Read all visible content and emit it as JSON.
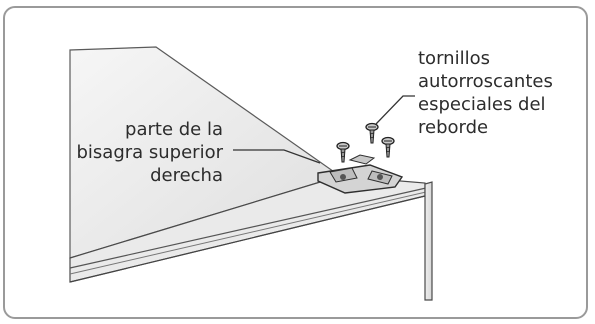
{
  "labels": {
    "hinge_part": "parte de la\nbisagra superior\nderecha",
    "screws": "tornillos\nautorroscantes\nespeciales del\nreborde"
  },
  "colors": {
    "border": "#9a9a9a",
    "text": "#2c2c2c",
    "line": "#333333",
    "panel_light": "#f3f3f3",
    "panel_shade": "#e2e2e2"
  },
  "icons": [
    "hinge-plate",
    "self-tapping-screw"
  ]
}
